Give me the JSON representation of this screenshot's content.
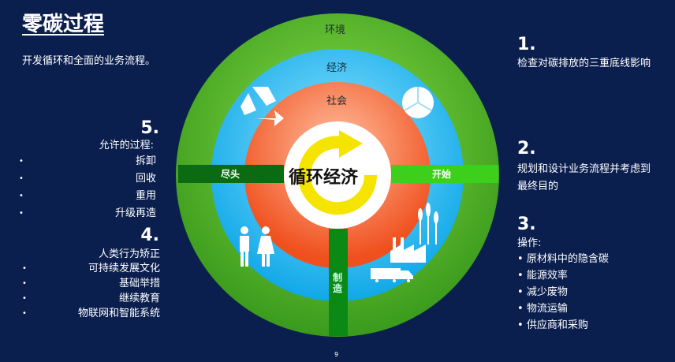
{
  "title": "零碳过程",
  "subtitle": "开发循环和全面的业务流程。",
  "diagram": {
    "rings": {
      "outer": "环境",
      "middle": "经济",
      "inner": "社会"
    },
    "center": "循环经济",
    "left_bar": "尽头",
    "right_bar": "开始",
    "bottom_bar": "制造",
    "icons": [
      "recycle-icon",
      "pie-chart-icon",
      "people-icon",
      "factory-icon",
      "truck-icon",
      "wheat-icon",
      "circular-arrow-icon"
    ],
    "colors": {
      "outer": "#5fc232",
      "middle": "#22b8f0",
      "inner": "#f26a3c",
      "center_arrow": "#f5e400",
      "bar_dark": "#0a6b12",
      "bar_light": "#3ccf1c",
      "background": "#0b1f4f"
    }
  },
  "step1": {
    "num": "1.",
    "text": "检查对碳排放的三重底线影响"
  },
  "step2": {
    "num": "2.",
    "text": "规划和设计业务流程并考虑到最终目的"
  },
  "step3": {
    "num": "3.",
    "heading": "操作:",
    "items": [
      "原材料中的隐含碳",
      "能源效率",
      "减少废物",
      "物流运输",
      "供应商和采购"
    ]
  },
  "step4": {
    "num": "4.",
    "heading": "人类行为矫正",
    "items": [
      "可持续发展文化",
      "基础举措",
      "继续教育",
      "物联网和智能系统"
    ]
  },
  "step5": {
    "num": "5.",
    "heading": "允许的过程:",
    "items": [
      "拆卸",
      "回收",
      "重用",
      "升级再造"
    ]
  },
  "page_number": "9"
}
